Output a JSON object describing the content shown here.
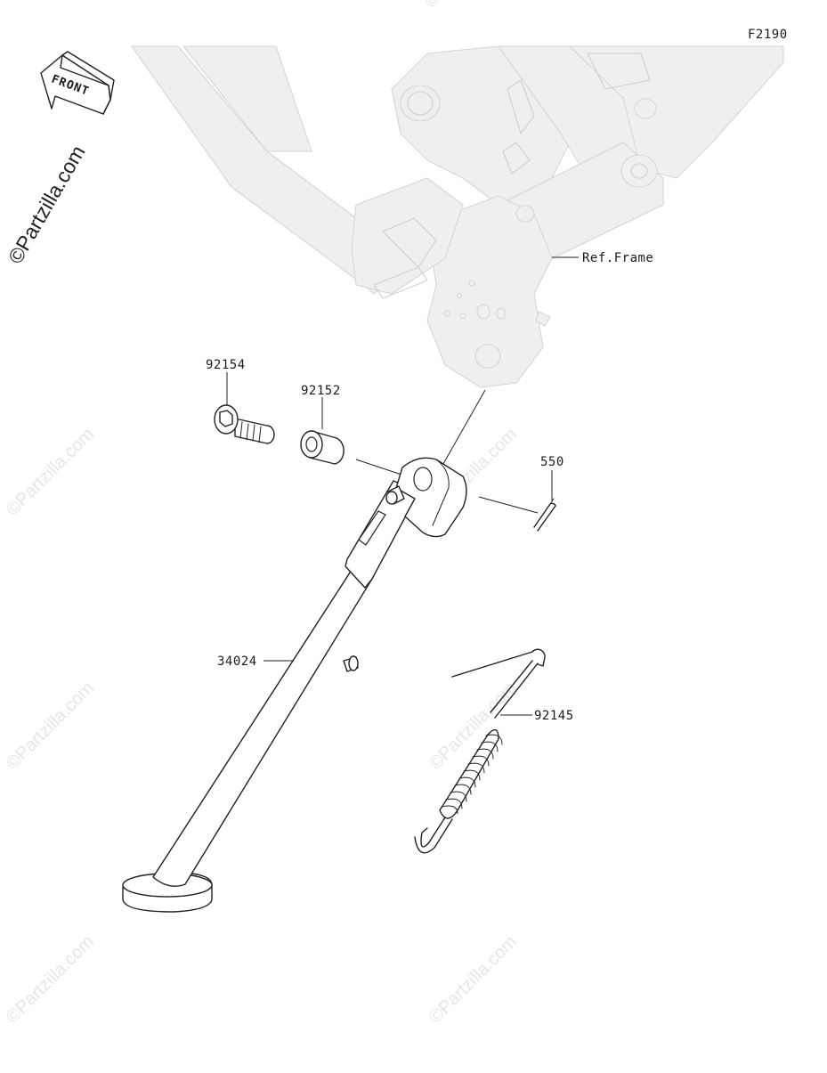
{
  "diagram": {
    "code": "F2190",
    "front_label": "FRONT",
    "ref_label": "Ref.Frame",
    "watermark_main": "©Partzilla.com",
    "watermark_faint": "©Partzilla.com",
    "parts": [
      {
        "id": "92154"
      },
      {
        "id": "92152"
      },
      {
        "id": "550"
      },
      {
        "id": "34024"
      },
      {
        "id": "92145"
      }
    ]
  }
}
